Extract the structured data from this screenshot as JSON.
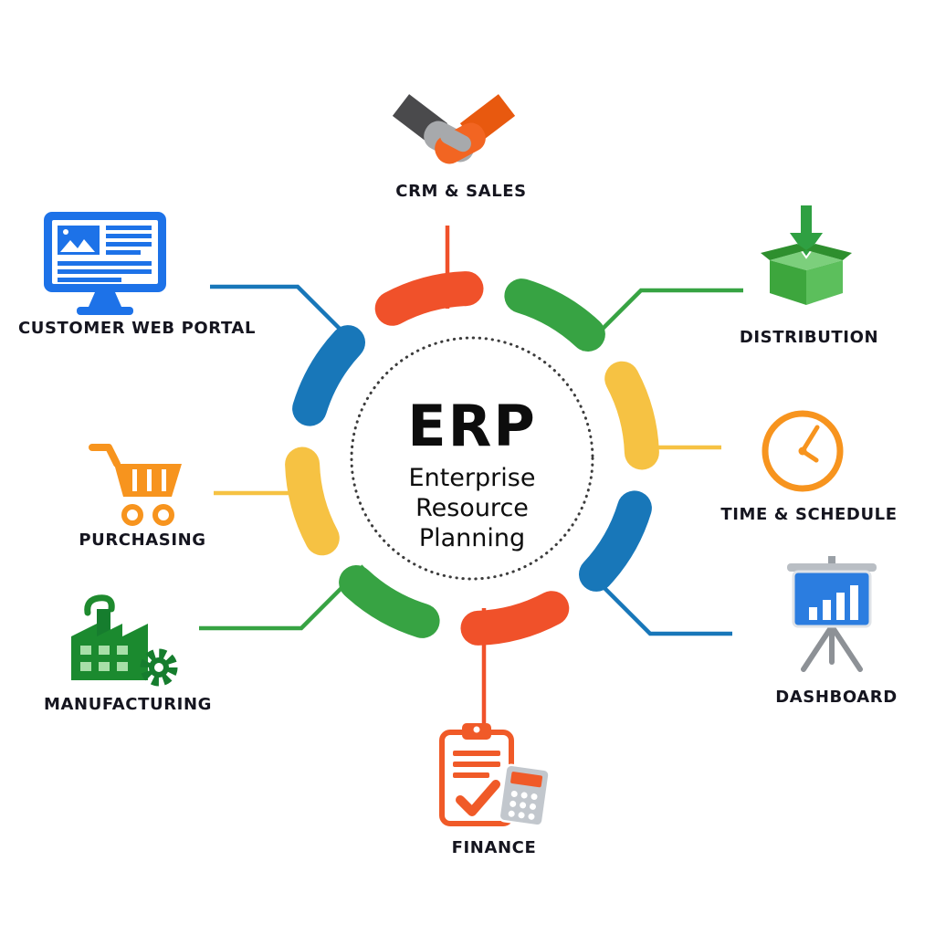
{
  "center": {
    "acronym": "ERP",
    "subtitle_lines": [
      "Enterprise",
      "Resource",
      "Planning"
    ]
  },
  "palette": {
    "red_orange": "#F0512A",
    "green": "#37A343",
    "yellow": "#F6C243",
    "blue": "#1877B9",
    "icon_orange": "#F7941E",
    "icon_accent_orange": "#F05A28",
    "icon_blue": "#1D72E8",
    "icon_green": "#1E8A2E",
    "icon_gray": "#A7A9AC",
    "hub_dot_border": "#3C3C3C",
    "label_text": "#15151F"
  },
  "nodes": [
    {
      "id": "crm-sales",
      "label": "CRM & SALES",
      "icon": "handshake-icon",
      "segment_color": "red_orange"
    },
    {
      "id": "distribution",
      "label": "DISTRIBUTION",
      "icon": "shipping-box-icon",
      "segment_color": "green"
    },
    {
      "id": "time-schedule",
      "label": "TIME & SCHEDULE",
      "icon": "clock-icon",
      "segment_color": "yellow"
    },
    {
      "id": "dashboard",
      "label": "DASHBOARD",
      "icon": "presentation-chart-icon",
      "segment_color": "blue"
    },
    {
      "id": "finance",
      "label": "FINANCE",
      "icon": "clipboard-calculator-icon",
      "segment_color": "red_orange"
    },
    {
      "id": "manufacturing",
      "label": "MANUFACTURING",
      "icon": "factory-icon",
      "segment_color": "green"
    },
    {
      "id": "purchasing",
      "label": "PURCHASING",
      "icon": "shopping-cart-icon",
      "segment_color": "yellow"
    },
    {
      "id": "customer-web-portal",
      "label": "CUSTOMER WEB PORTAL",
      "icon": "desktop-monitor-icon",
      "segment_color": "blue"
    }
  ]
}
